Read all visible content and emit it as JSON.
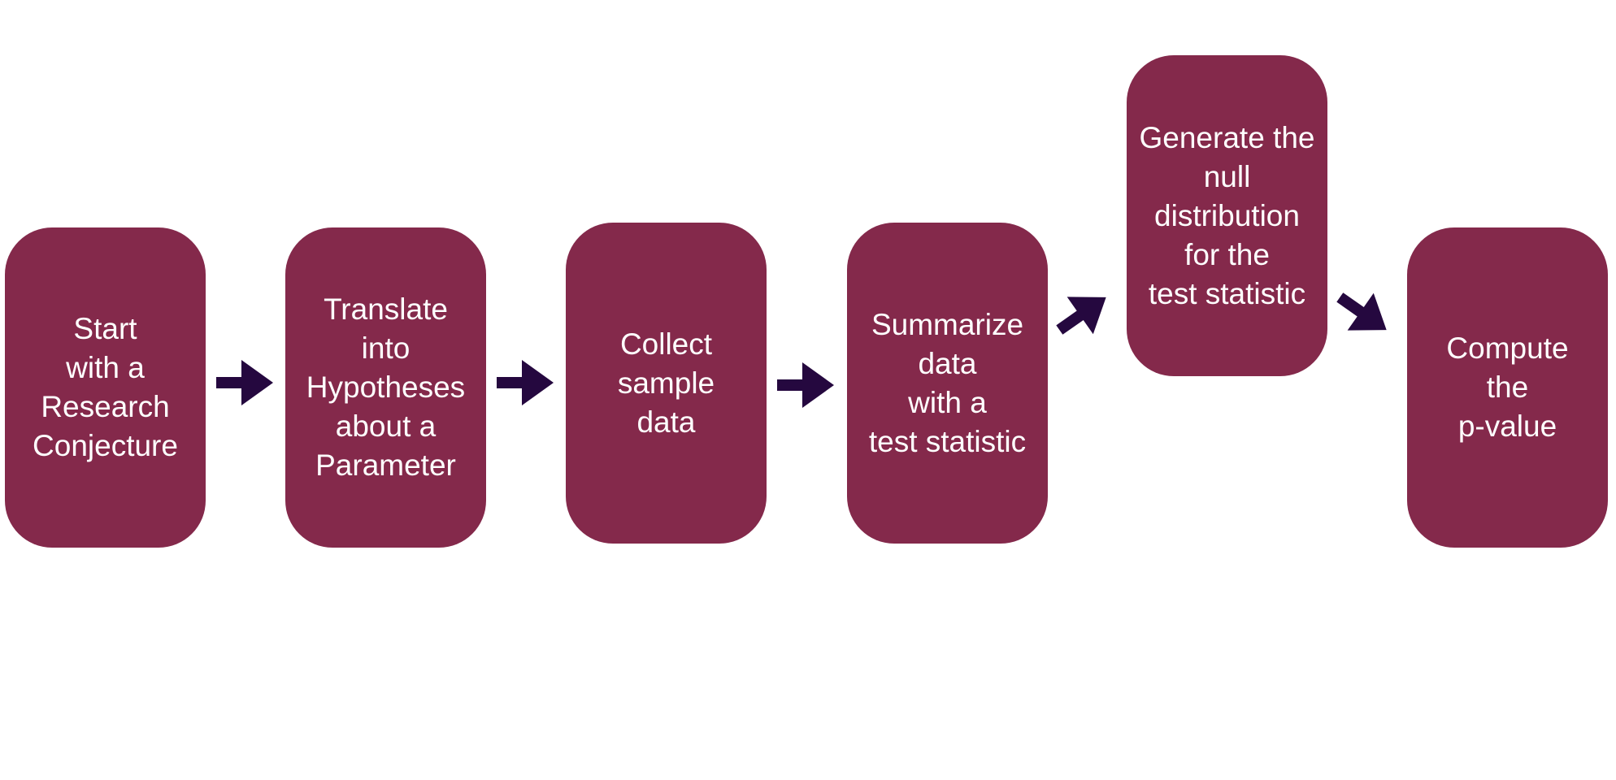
{
  "colors": {
    "box_fill": "#84294b",
    "box_text": "#ffffff",
    "arrow_fill": "#25083f",
    "background": "#ffffff"
  },
  "steps": [
    {
      "id": "research-conjecture",
      "lines": [
        "Start",
        "with a",
        "Research",
        "Conjecture"
      ]
    },
    {
      "id": "hypotheses",
      "lines": [
        "Translate",
        "into",
        "Hypotheses",
        "about a",
        "Parameter"
      ]
    },
    {
      "id": "collect-data",
      "lines": [
        "Collect",
        "sample",
        "data"
      ]
    },
    {
      "id": "test-statistic",
      "lines": [
        "Summarize",
        "data",
        "with a",
        "test statistic"
      ]
    },
    {
      "id": "null-distribution",
      "lines": [
        "Generate the",
        "null",
        "distribution",
        "for the",
        "test statistic"
      ]
    },
    {
      "id": "p-value",
      "lines": [
        "Compute",
        "the",
        "p-value"
      ]
    }
  ],
  "arrows": [
    {
      "from": "research-conjecture",
      "to": "hypotheses",
      "icon": "right-arrow-icon"
    },
    {
      "from": "hypotheses",
      "to": "collect-data",
      "icon": "right-arrow-icon"
    },
    {
      "from": "collect-data",
      "to": "test-statistic",
      "icon": "right-arrow-icon"
    },
    {
      "from": "test-statistic",
      "to": "null-distribution",
      "icon": "up-right-arrow-icon"
    },
    {
      "from": "null-distribution",
      "to": "p-value",
      "icon": "down-right-arrow-icon"
    }
  ]
}
